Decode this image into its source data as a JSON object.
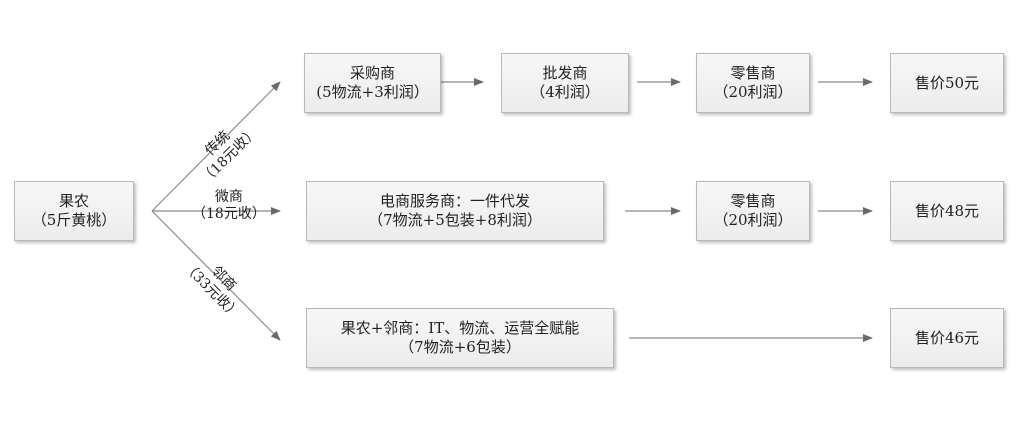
{
  "nodes": {
    "farmer": {
      "line1": "果农",
      "line2": "（5斤黄桃）"
    },
    "purchaser": {
      "line1": "采购商",
      "line2": "(5物流+3利润）"
    },
    "wholesaler": {
      "line1": "批发商",
      "line2": "（4利润）"
    },
    "retailer_top": {
      "line1": "零售商",
      "line2": "（20利润）"
    },
    "price_top": {
      "line1": "售价50元"
    },
    "ecommerce": {
      "line1": "电商服务商：一件代发",
      "line2": "（7物流+5包装+8利润）"
    },
    "retailer_mid": {
      "line1": "零售商",
      "line2": "（20利润）"
    },
    "price_mid": {
      "line1": "售价48元"
    },
    "farmer_neighbor": {
      "line1": "果农+邻商：IT、物流、运营全赋能",
      "line2": "（7物流+6包装）"
    },
    "price_bottom": {
      "line1": "售价46元"
    }
  },
  "edges": {
    "traditional": {
      "line1": "传统",
      "line2": "（18元收）"
    },
    "weishang": {
      "line1": "微商",
      "line2": "（18元收）"
    },
    "linshang": {
      "line1": "邻商",
      "line2": "（33元收）"
    }
  }
}
